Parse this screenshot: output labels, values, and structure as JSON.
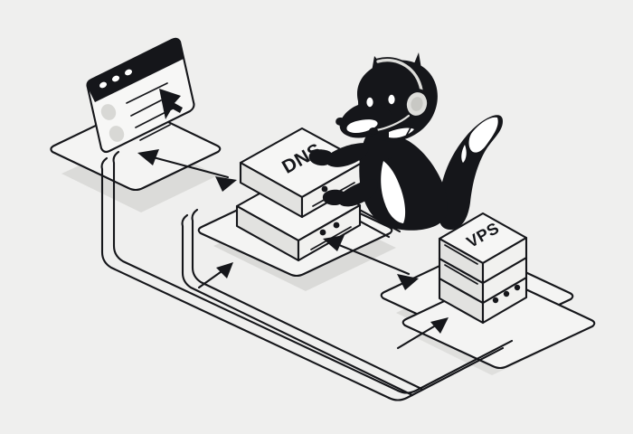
{
  "illustration": {
    "title": "DNS and VPS hosting infographic with fox support agent",
    "background_color": "#efefee",
    "ink_color": "#15161a",
    "shadow_color": "#c9c9c7"
  },
  "nodes": {
    "browser": {
      "name": "browser-window",
      "titlebar_dots": 3,
      "content_lines": 4,
      "avatar_circles": 2,
      "cursor": "arrow-cursor"
    },
    "dns": {
      "label": "DNS",
      "name": "dns-server-stack",
      "units": 2,
      "indicator_dots_top": 1,
      "indicator_dots_bottom": 2
    },
    "vps": {
      "label": "VPS",
      "name": "vps-server-stack",
      "units": 3,
      "indicator_dots": 3
    },
    "mascot": {
      "name": "fox-support-agent",
      "accessory": "headset-with-mic",
      "tail_tip": "white"
    }
  },
  "connections": [
    {
      "id": "browser-dns",
      "name": "arrow-browser-dns",
      "type": "bidirectional"
    },
    {
      "id": "dns-vps",
      "name": "arrow-dns-vps",
      "type": "bidirectional"
    },
    {
      "id": "base-dns",
      "name": "arrow-base-dns",
      "type": "unidirectional"
    },
    {
      "id": "base-vps",
      "name": "arrow-base-vps",
      "type": "unidirectional"
    }
  ],
  "platforms": [
    {
      "name": "platform-browser"
    },
    {
      "name": "platform-dns"
    },
    {
      "name": "platform-vps-upper"
    },
    {
      "name": "platform-vps-lower"
    }
  ]
}
